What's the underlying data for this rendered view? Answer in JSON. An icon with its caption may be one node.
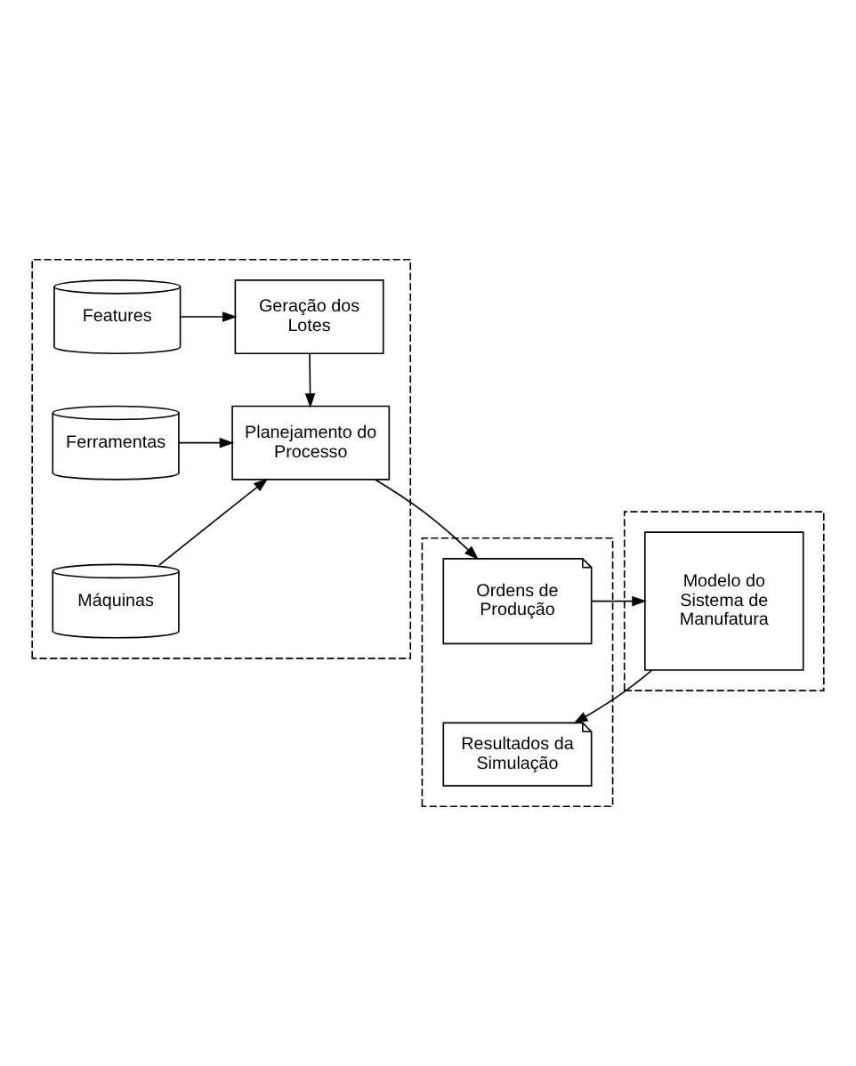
{
  "diagram": {
    "nodes": [
      {
        "text": [],
        "shape": "box"
      },
      {
        "text": [
          "Geração dos Lotes"
        ],
        "in": 0
      },
      {
        "text": [
          "Features"
        ],
        "in": 0
      },
      {
        "text": [
          "Planejamento do Processo"
        ],
        "in": 0
      },
      {
        "text": [
          "Ferramentas"
        ],
        "in": 0
      },
      {
        "text": [
          "Máquinas"
        ],
        "in": 0
      },
      {
        "text": [],
        "shape": "box"
      },
      {
        "text": [
          "Ordens de Produção"
        ],
        "in": 6
      },
      {
        "text": [
          "Resultados da Simulação"
        ],
        "in": 6
      },
      {
        "text": [],
        "shape": "box"
      },
      {
        "text": [
          "Modelo do Sistema de Manufatura"
        ],
        "in": 9
      }
    ],
    "edges": [
      {
        "from": 2,
        "to": 1,
        "arrow": "to"
      },
      {
        "from": 1,
        "to": 3,
        "arrow": "to"
      },
      {
        "from": 4,
        "to": 3,
        "arrow": "to"
      },
      {
        "from": 5,
        "to": 3,
        "arrow": "to"
      },
      {
        "from": 3,
        "to": 7,
        "arrow": "to"
      },
      {
        "from": 7,
        "to": 10,
        "arrow": "to"
      },
      {
        "from": 10,
        "to": 8,
        "arrow": "to"
      }
    ]
  }
}
